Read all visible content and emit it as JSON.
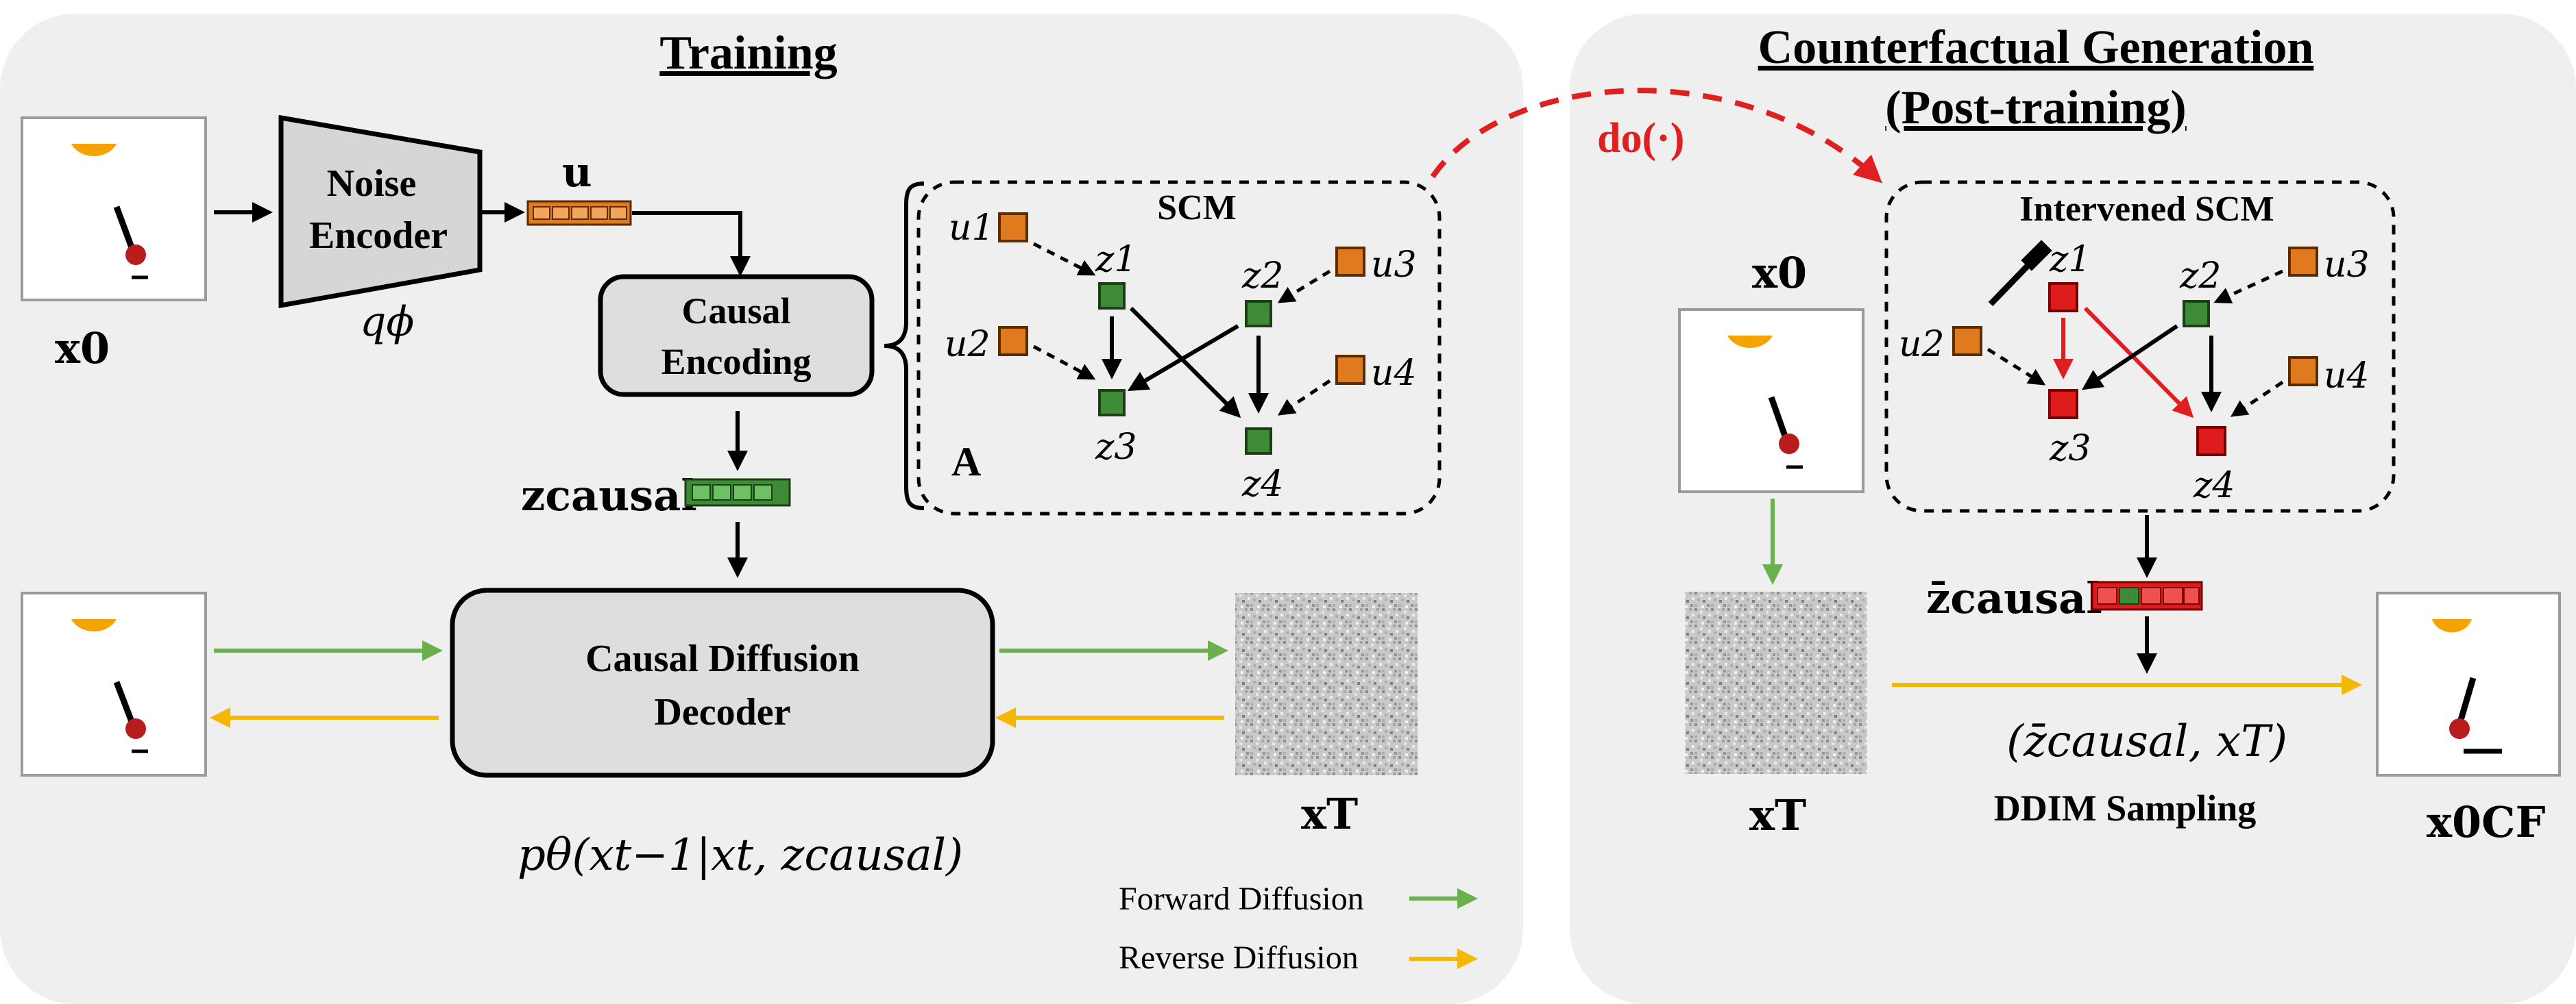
{
  "training": {
    "title": "Training",
    "noise_encoder_line1": "Noise",
    "noise_encoder_line2": "Encoder",
    "q_phi": "qϕ",
    "u_label": "u",
    "causal_encoding_line1": "Causal",
    "causal_encoding_line2": "Encoding",
    "scm_label": "SCM",
    "adjacency_label": "A",
    "x0_label": "x0",
    "z_causal_label": "zcausal",
    "decoder_line1": "Causal Diffusion",
    "decoder_line2": "Decoder",
    "xT_label": "xT",
    "p_theta_label": "pθ(xt−1|xt, zcausal)"
  },
  "scm_nodes": {
    "u1": "u1",
    "u2": "u2",
    "u3": "u3",
    "u4": "u4",
    "z1": "z1",
    "z2": "z2",
    "z3": "z3",
    "z4": "z4"
  },
  "counterfactual": {
    "title_line1": "Counterfactual Generation",
    "title_line2": "(Post-training)",
    "do_label": "do(·)",
    "intervened_scm_label": "Intervened SCM",
    "x0_label": "x0",
    "xT_label": "xT",
    "zbar_causal_label": "z̄causal",
    "pair_label": "(z̄causal, xT)",
    "ddim_label": "DDIM Sampling",
    "x0cf_label": "x0CF"
  },
  "legend": {
    "forward": "Forward Diffusion",
    "reverse": "Reverse Diffusion"
  },
  "colors": {
    "panel": "#efefef",
    "orange_node": "#e07a1f",
    "green_node": "#3d8b37",
    "red_node": "#e01b1b",
    "forward_arrow": "#6ab04c",
    "reverse_arrow": "#f5b800",
    "do_arrow": "#e02020"
  }
}
